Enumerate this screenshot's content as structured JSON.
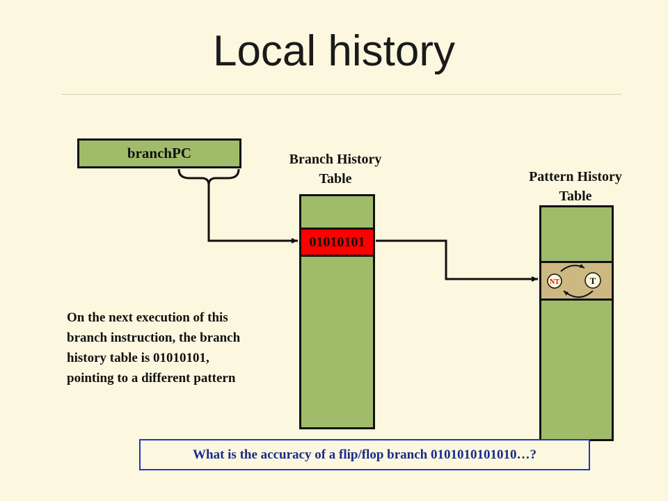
{
  "slide": {
    "title": "Local history",
    "branch_pc_label": "branchPC",
    "bht_label_line1": "Branch History",
    "bht_label_line2": "Table",
    "bht_entry_value": "01010101",
    "pht_label_line1": "Pattern History",
    "pht_label_line2": "Table",
    "state_nt": "NT",
    "state_t": "T",
    "note_lines": [
      "On the next execution of this",
      "branch instruction, the branch",
      "history table is 01010101,",
      "pointing to a different pattern"
    ],
    "question": "What is the accuracy of a flip/flop branch 0101010101010…?"
  },
  "colors": {
    "background": "#fcf8df",
    "table_fill": "#a0bc6b",
    "highlight_entry": "#ff0000",
    "pht_entry": "#cdb882",
    "question_border": "#2233cc"
  }
}
